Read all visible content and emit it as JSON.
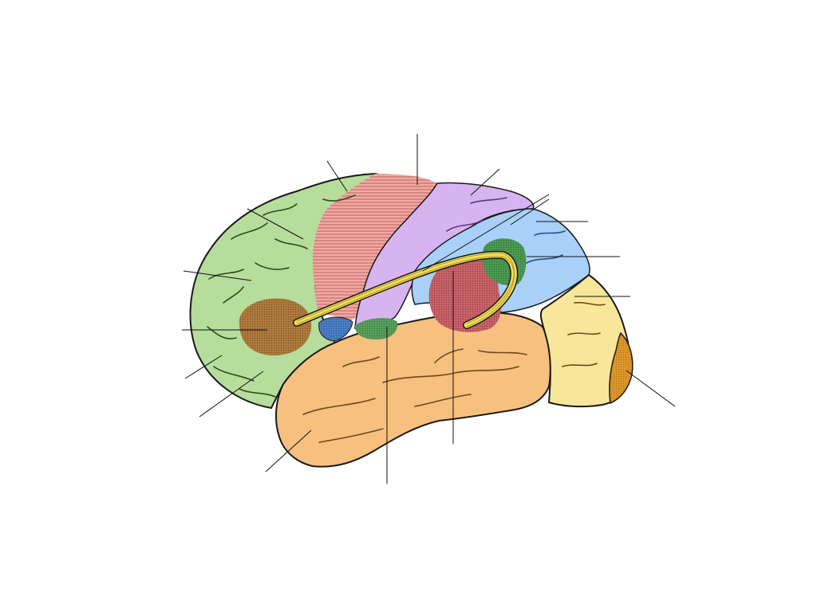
{
  "diagram": {
    "kind": "unlabeled-brain-lateral-view",
    "colors": {
      "frontal": "#b6dd9c",
      "broca": "#b07c3e",
      "motor": "#f3a9a3",
      "somatosensory": "#d7b4ef",
      "parietal": "#a8d0f8",
      "angular": "#4c9a54",
      "wernicke": "#c8646a",
      "temporal": "#f7c07f",
      "occipital": "#f8e69a",
      "visual": "#dd962a",
      "insula": "#4a7fc4",
      "auditory": "#58a05e",
      "arcuate": "#f2dd5c",
      "line": "#111111"
    },
    "regions": [
      {
        "id": "frontal-lobe",
        "icon": "frontal-lobe-region"
      },
      {
        "id": "broca-area",
        "icon": "broca-area-region"
      },
      {
        "id": "primary-motor-cortex",
        "icon": "motor-cortex-region"
      },
      {
        "id": "somatosensory-cortex",
        "icon": "somatosensory-cortex-region"
      },
      {
        "id": "parietal-lobe",
        "icon": "parietal-lobe-region"
      },
      {
        "id": "angular-gyrus",
        "icon": "angular-gyrus-region"
      },
      {
        "id": "wernicke-area",
        "icon": "wernicke-area-region"
      },
      {
        "id": "temporal-lobe",
        "icon": "temporal-lobe-region"
      },
      {
        "id": "occipital-lobe",
        "icon": "occipital-lobe-region"
      },
      {
        "id": "primary-visual-cortex",
        "icon": "visual-cortex-region"
      },
      {
        "id": "insula",
        "icon": "insula-region"
      },
      {
        "id": "primary-auditory-cortex",
        "icon": "auditory-cortex-region"
      },
      {
        "id": "arcuate-fasciculus",
        "icon": "arcuate-fasciculus-tract"
      }
    ],
    "leader_line_count": 16
  }
}
